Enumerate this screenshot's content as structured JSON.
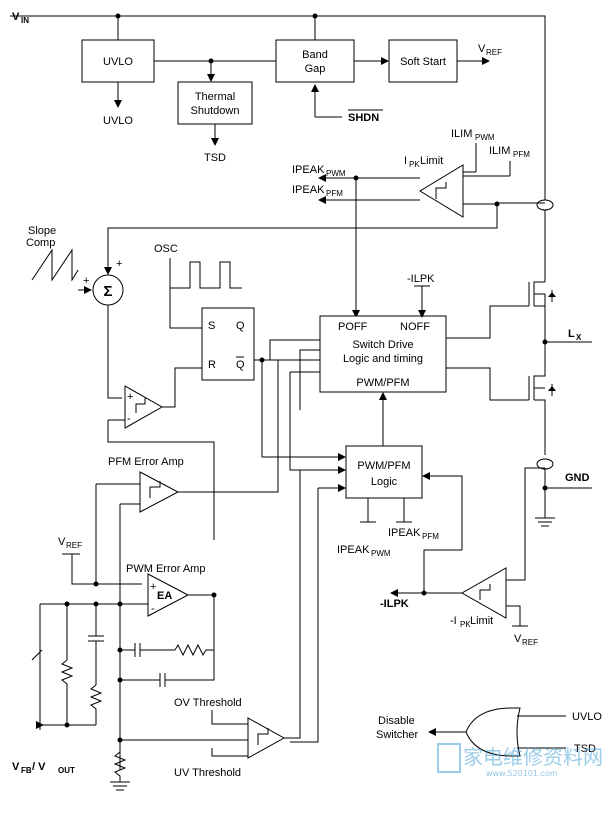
{
  "labels": {
    "vin": "V",
    "vin_sub": "IN",
    "uvlo_box": "UVLO",
    "uvlo_out": "UVLO",
    "band": "Band",
    "gap": "Gap",
    "soft_start": "Soft Start",
    "vref_top": "V",
    "vref_top_sub": "REF",
    "thermal": "Thermal",
    "shutdown": "Shutdown",
    "tsd_out": "TSD",
    "shdn": "SHDN",
    "ilim_pwm": "ILIM",
    "ilim_pwm_sub": "PWM",
    "ilim_pfm": "ILIM",
    "ilim_pfm_sub": "PFM",
    "ipk_limit": "I",
    "ipk_limit_sub": "PK",
    "ipk_limit_tail": " Limit",
    "ipeak_pwm": "IPEAK",
    "ipeak_pwm_sub": "PWM",
    "ipeak_pfm": "IPEAK",
    "ipeak_pfm_sub": "PFM",
    "slope1": "Slope",
    "slope2": "Comp",
    "sigma": "Σ",
    "osc": "OSC",
    "s": "S",
    "q": "Q",
    "r": "R",
    "qbar": "Q",
    "neg_ilpk": "-ILPK",
    "poff": "POFF",
    "noff": "NOFF",
    "switch_drive": "Switch Drive",
    "logic_timing": "Logic and timing",
    "pwm_pfm": "PWM/PFM",
    "lx": "L",
    "lx_sub": "X",
    "pfm_error_amp": "PFM Error Amp",
    "pwm_pfm_logic1": "PWM/PFM",
    "pwm_pfm_logic2": "Logic",
    "gnd": "GND",
    "vref_mid": "V",
    "vref_mid_sub": "REF",
    "ipeak_pfm2": "IPEAK",
    "ipeak_pfm2_sub": "PFM",
    "ipeak_pwm2": "IPEAK",
    "ipeak_pwm2_sub": "PWM",
    "pwm_error_amp": "PWM Error Amp",
    "ea": "EA",
    "neg_ilpk2": "-ILPK",
    "neg_ipk_limit": "-I",
    "neg_ipk_limit_sub": "PK",
    "neg_ipk_limit_tail": " Limit",
    "vref_bot": "V",
    "vref_bot_sub": "REF",
    "ov_threshold": "OV Threshold",
    "uv_threshold": "UV Threshold",
    "disable1": "Disable",
    "disable2": "Switcher",
    "uvlo_in": "UVLO",
    "tsd_in": "TSD",
    "vfb": "V",
    "vfb_sub": "FB",
    "vfb_mid": " / V",
    "vout_sub": "OUT",
    "plus": "+",
    "minus": "-"
  },
  "watermark": {
    "text": "家电维修资料网",
    "url": "www.520101.com"
  }
}
